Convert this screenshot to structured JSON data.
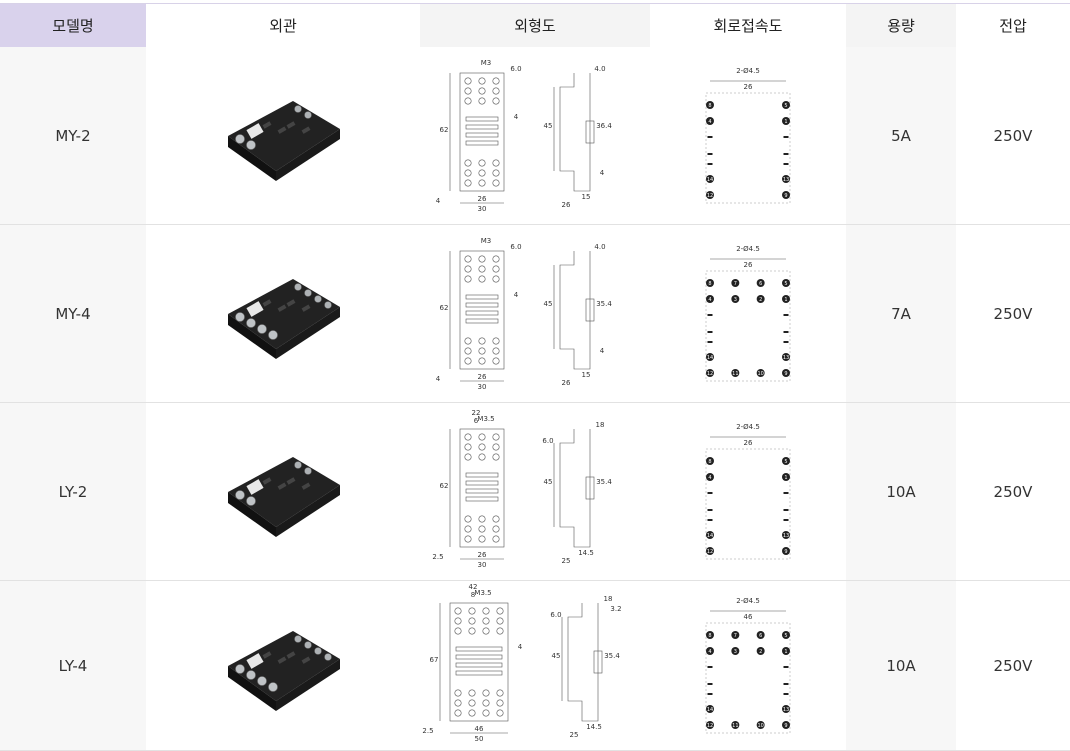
{
  "headers": {
    "model": "모델명",
    "appearance": "외관",
    "dimension": "외형도",
    "circuit": "회로접속도",
    "capacity": "용량",
    "voltage": "전압"
  },
  "rows": [
    {
      "model": "MY-2",
      "capacity": "5A",
      "voltage": "250V",
      "dim": {
        "screw": "M3",
        "d_top1": "6.0",
        "d_top2": "4.0",
        "h_total": "62",
        "h_mid": "45",
        "h_side": "36.4",
        "step": "4",
        "step2": "4",
        "off": "4",
        "w_in": "26",
        "w_out": "30",
        "w_side1": "15",
        "w_side2": "26"
      },
      "circ": {
        "holes": "2-Ø4.5",
        "pitch": "26",
        "pins_top": [
          "8",
          "5"
        ],
        "pins_mid": [
          "4",
          "1"
        ],
        "pins_bot1": [
          "14",
          "13"
        ],
        "pins_bot2": [
          "12",
          "9"
        ]
      }
    },
    {
      "model": "MY-4",
      "capacity": "7A",
      "voltage": "250V",
      "dim": {
        "screw": "M3",
        "d_top1": "6.0",
        "d_top2": "4.0",
        "h_total": "62",
        "h_mid": "45",
        "h_side": "35.4",
        "step": "4",
        "step2": "4",
        "off": "4",
        "w_in": "26",
        "w_out": "30",
        "w_side1": "15",
        "w_side2": "26"
      },
      "circ": {
        "holes": "2-Ø4.5",
        "pitch": "26",
        "pins_top": [
          "8",
          "7",
          "6",
          "5"
        ],
        "pins_mid": [
          "4",
          "3",
          "2",
          "1"
        ],
        "pins_bot1": [
          "14",
          "13"
        ],
        "pins_bot2": [
          "12",
          "11",
          "10",
          "9"
        ]
      }
    },
    {
      "model": "LY-2",
      "capacity": "10A",
      "voltage": "250V",
      "dim": {
        "screw": "M3.5",
        "w_top": "22",
        "w_sub": "6",
        "d_top2": "18",
        "d_side": "6.0",
        "h_total": "62",
        "h_mid": "45",
        "h_side": "35.4",
        "off": "2.5",
        "w_in": "26",
        "w_out": "30",
        "w_side1": "14.5",
        "w_side2": "25"
      },
      "circ": {
        "holes": "2-Ø4.5",
        "pitch": "26",
        "pins_top": [
          "8",
          "5"
        ],
        "pins_mid": [
          "4",
          "1"
        ],
        "pins_bot1": [
          "14",
          "13"
        ],
        "pins_bot2": [
          "12",
          "9"
        ]
      }
    },
    {
      "model": "LY-4",
      "capacity": "10A",
      "voltage": "250V",
      "dim": {
        "screw": "M3.5",
        "w_top": "42",
        "w_sub": "8",
        "d_top2": "18",
        "d_top3": "3.2",
        "d_side": "6.0",
        "h_total": "67",
        "h_mid": "45",
        "h_side": "35.4",
        "step": "4",
        "off": "2.5",
        "w_in": "46",
        "w_out": "50",
        "w_side1": "14.5",
        "w_side2": "25"
      },
      "circ": {
        "holes": "2-Ø4.5",
        "pitch": "46",
        "pins_top": [
          "8",
          "7",
          "6",
          "5"
        ],
        "pins_mid": [
          "4",
          "3",
          "2",
          "1"
        ],
        "pins_bot1": [
          "14",
          "13"
        ],
        "pins_bot2": [
          "12",
          "11",
          "10",
          "9"
        ]
      }
    }
  ],
  "colors": {
    "header_accent": "#d9d2ec",
    "header_gray": "#f4f4f4",
    "cell_gray": "#f7f7f7"
  }
}
